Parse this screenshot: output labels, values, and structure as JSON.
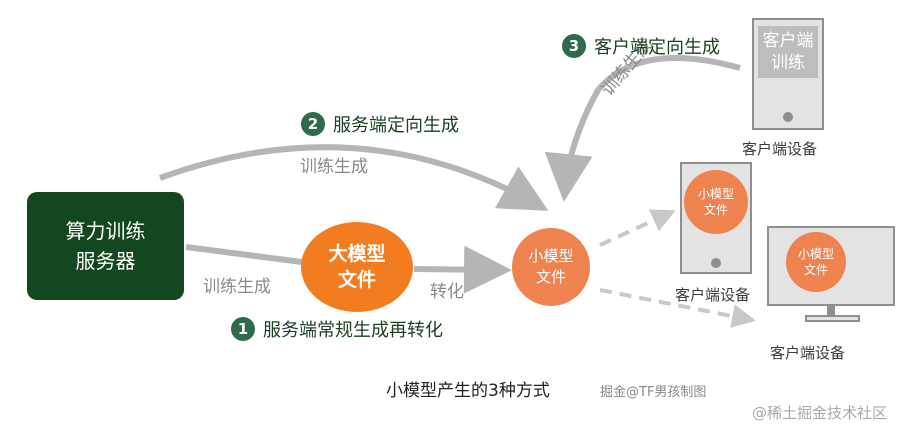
{
  "server": {
    "line1": "算力训练",
    "line2": "服务器"
  },
  "big_model": {
    "line1": "大模型",
    "line2": "文件"
  },
  "small_model": {
    "line1": "小模型",
    "line2": "文件"
  },
  "client_training": {
    "line1": "客户端",
    "line2": "训练"
  },
  "device_file": {
    "line1": "小模型",
    "line2": "文件"
  },
  "device_label": "客户端设备",
  "arrow_labels": {
    "train_to_big": "训练生成",
    "convert": "转化",
    "train_to_small_server": "训练生成",
    "train_to_small_client": "训练生成"
  },
  "steps": [
    {
      "number": "1",
      "label": "服务端常规生成再转化"
    },
    {
      "number": "2",
      "label": "服务端定向生成"
    },
    {
      "number": "3",
      "label": "客户端定向生成"
    }
  ],
  "caption": "小模型产生的3种方式",
  "credit": "掘金@TF男孩制图",
  "watermark": "@稀土掘金技术社区",
  "colors": {
    "server": "#13471f",
    "big_model": "#f47c20",
    "small_model": "#ee8350",
    "arrow_grey": "#b5b5b5",
    "step_badge": "#2f6b4a"
  }
}
